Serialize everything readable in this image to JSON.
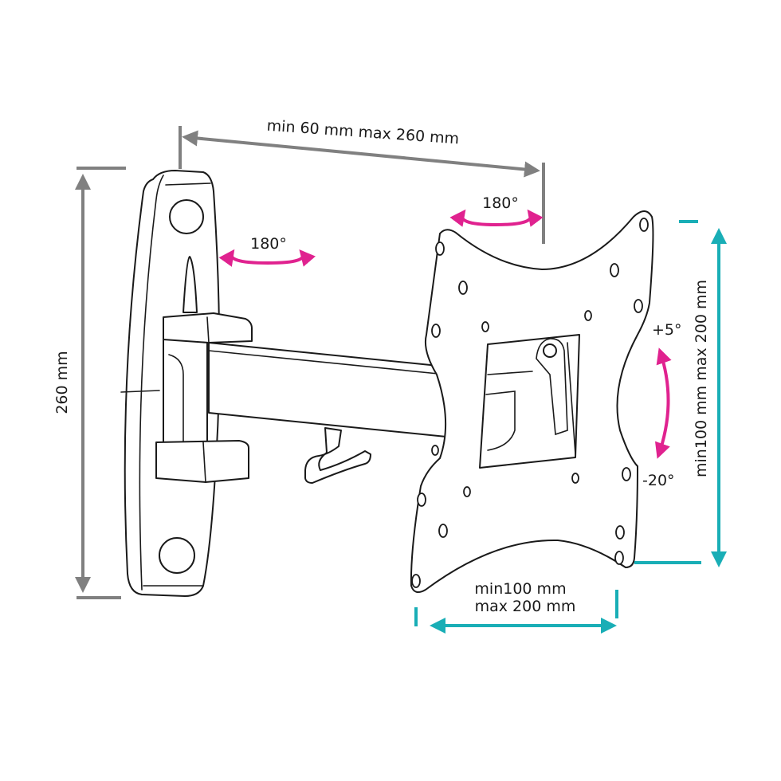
{
  "colors": {
    "dimension_gray": "#808080",
    "rotation_magenta": "#e0228f",
    "vesa_teal": "#19aeb6",
    "line": "#1a1a1a"
  },
  "labels": {
    "arm_extension": "min 60 mm max 260 mm",
    "wall_plate_height": "260 mm",
    "arm_swivel": "180°",
    "head_swivel": "180°",
    "tilt_up": "+5°",
    "tilt_down": "-20°",
    "vesa_vertical": "min100 mm max 200 mm",
    "vesa_horizontal_line1": "min100 mm",
    "vesa_horizontal_line2": "max 200 mm"
  }
}
